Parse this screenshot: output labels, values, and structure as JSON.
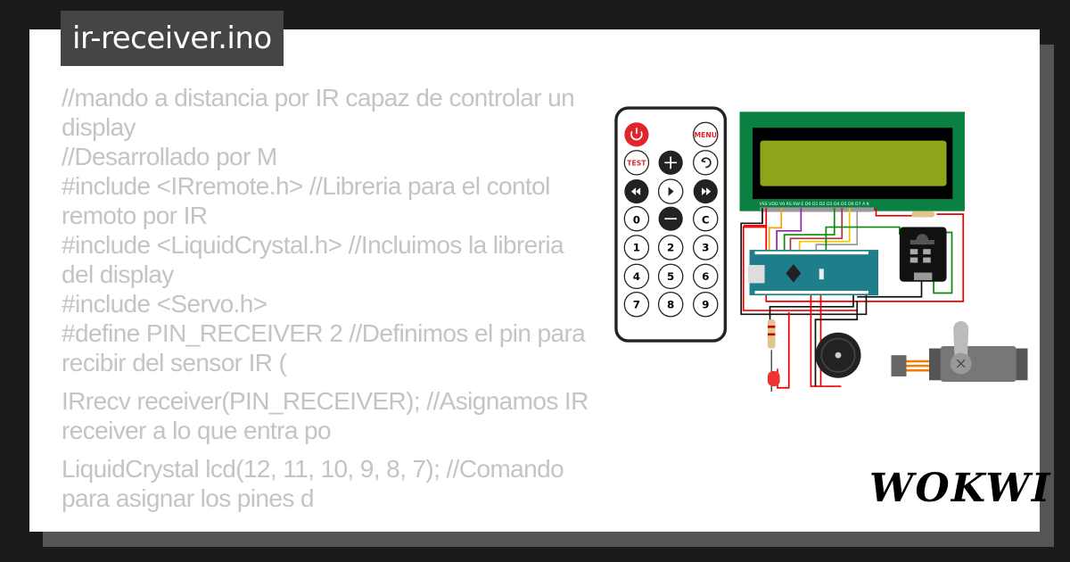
{
  "title": "ir-receiver.ino",
  "code_lines": [
    "//mando a distancia por IR capaz de controlar un display",
    "//Desarrollado por M",
    "#include <IRremote.h> //Libreria para el contol remoto por IR",
    "#include <LiquidCrystal.h> //Incluimos la libreria del display",
    "#include <Servo.h>",
    "#define PIN_RECEIVER 2 //Definimos el pin para recibir del sensor IR (",
    "",
    "IRrecv receiver(PIN_RECEIVER); //Asignamos IR receiver a lo que entra po",
    "",
    "LiquidCrystal lcd(12, 11, 10, 9, 8, 7); //Comando para asignar los pines d"
  ],
  "remote": {
    "buttons": [
      "power",
      "MENU",
      "TEST",
      "+",
      "back",
      "prev",
      "play",
      "next",
      "0",
      "-",
      "C",
      "1",
      "2",
      "3",
      "4",
      "5",
      "6",
      "7",
      "8",
      "9"
    ],
    "menu_label": "MENU",
    "test_label": "TEST",
    "digits": [
      "0",
      "C",
      "1",
      "2",
      "3",
      "4",
      "5",
      "6",
      "7",
      "8",
      "9"
    ]
  },
  "lcd": {
    "pin_labels": "VSS VDD V0 RS RW E D0 D1 D2 D3 D4 D5 D6 D7 A K",
    "backlight_color": "#8ea51a",
    "board_color": "#0b8043"
  },
  "logo": "WOKWI",
  "colors": {
    "background": "#1b1b1b",
    "card": "#ffffff",
    "code_text": "#d2d2d2",
    "title_bg": "#454545",
    "nano": "#1e7e8c"
  }
}
